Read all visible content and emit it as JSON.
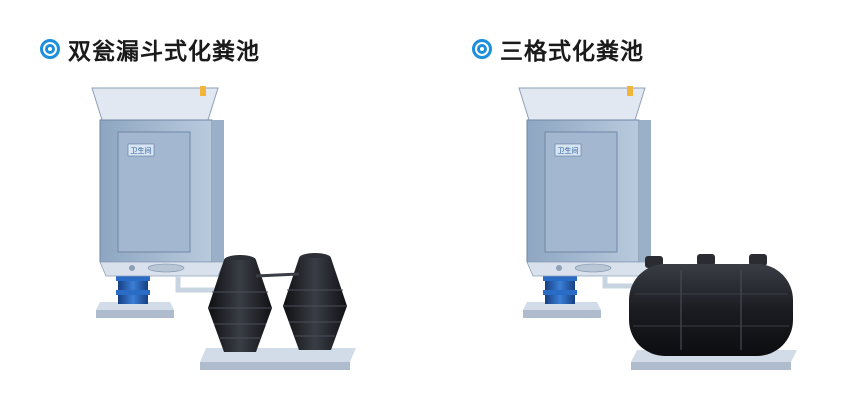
{
  "sections": [
    {
      "title": "双瓮漏斗式化粪池",
      "door_sign": "卫生间"
    },
    {
      "title": "三格式化粪池",
      "door_sign": "卫生间"
    }
  ],
  "colors": {
    "accent": "#1e8fdc",
    "booth": "#a9bdd3",
    "booth_dark": "#7f96b1",
    "base": "#c4d0de",
    "spring": "#1f5fb8",
    "tank": "#1b1d22"
  },
  "icons": [
    "ring-bullet-icon",
    "ring-bullet-icon"
  ]
}
